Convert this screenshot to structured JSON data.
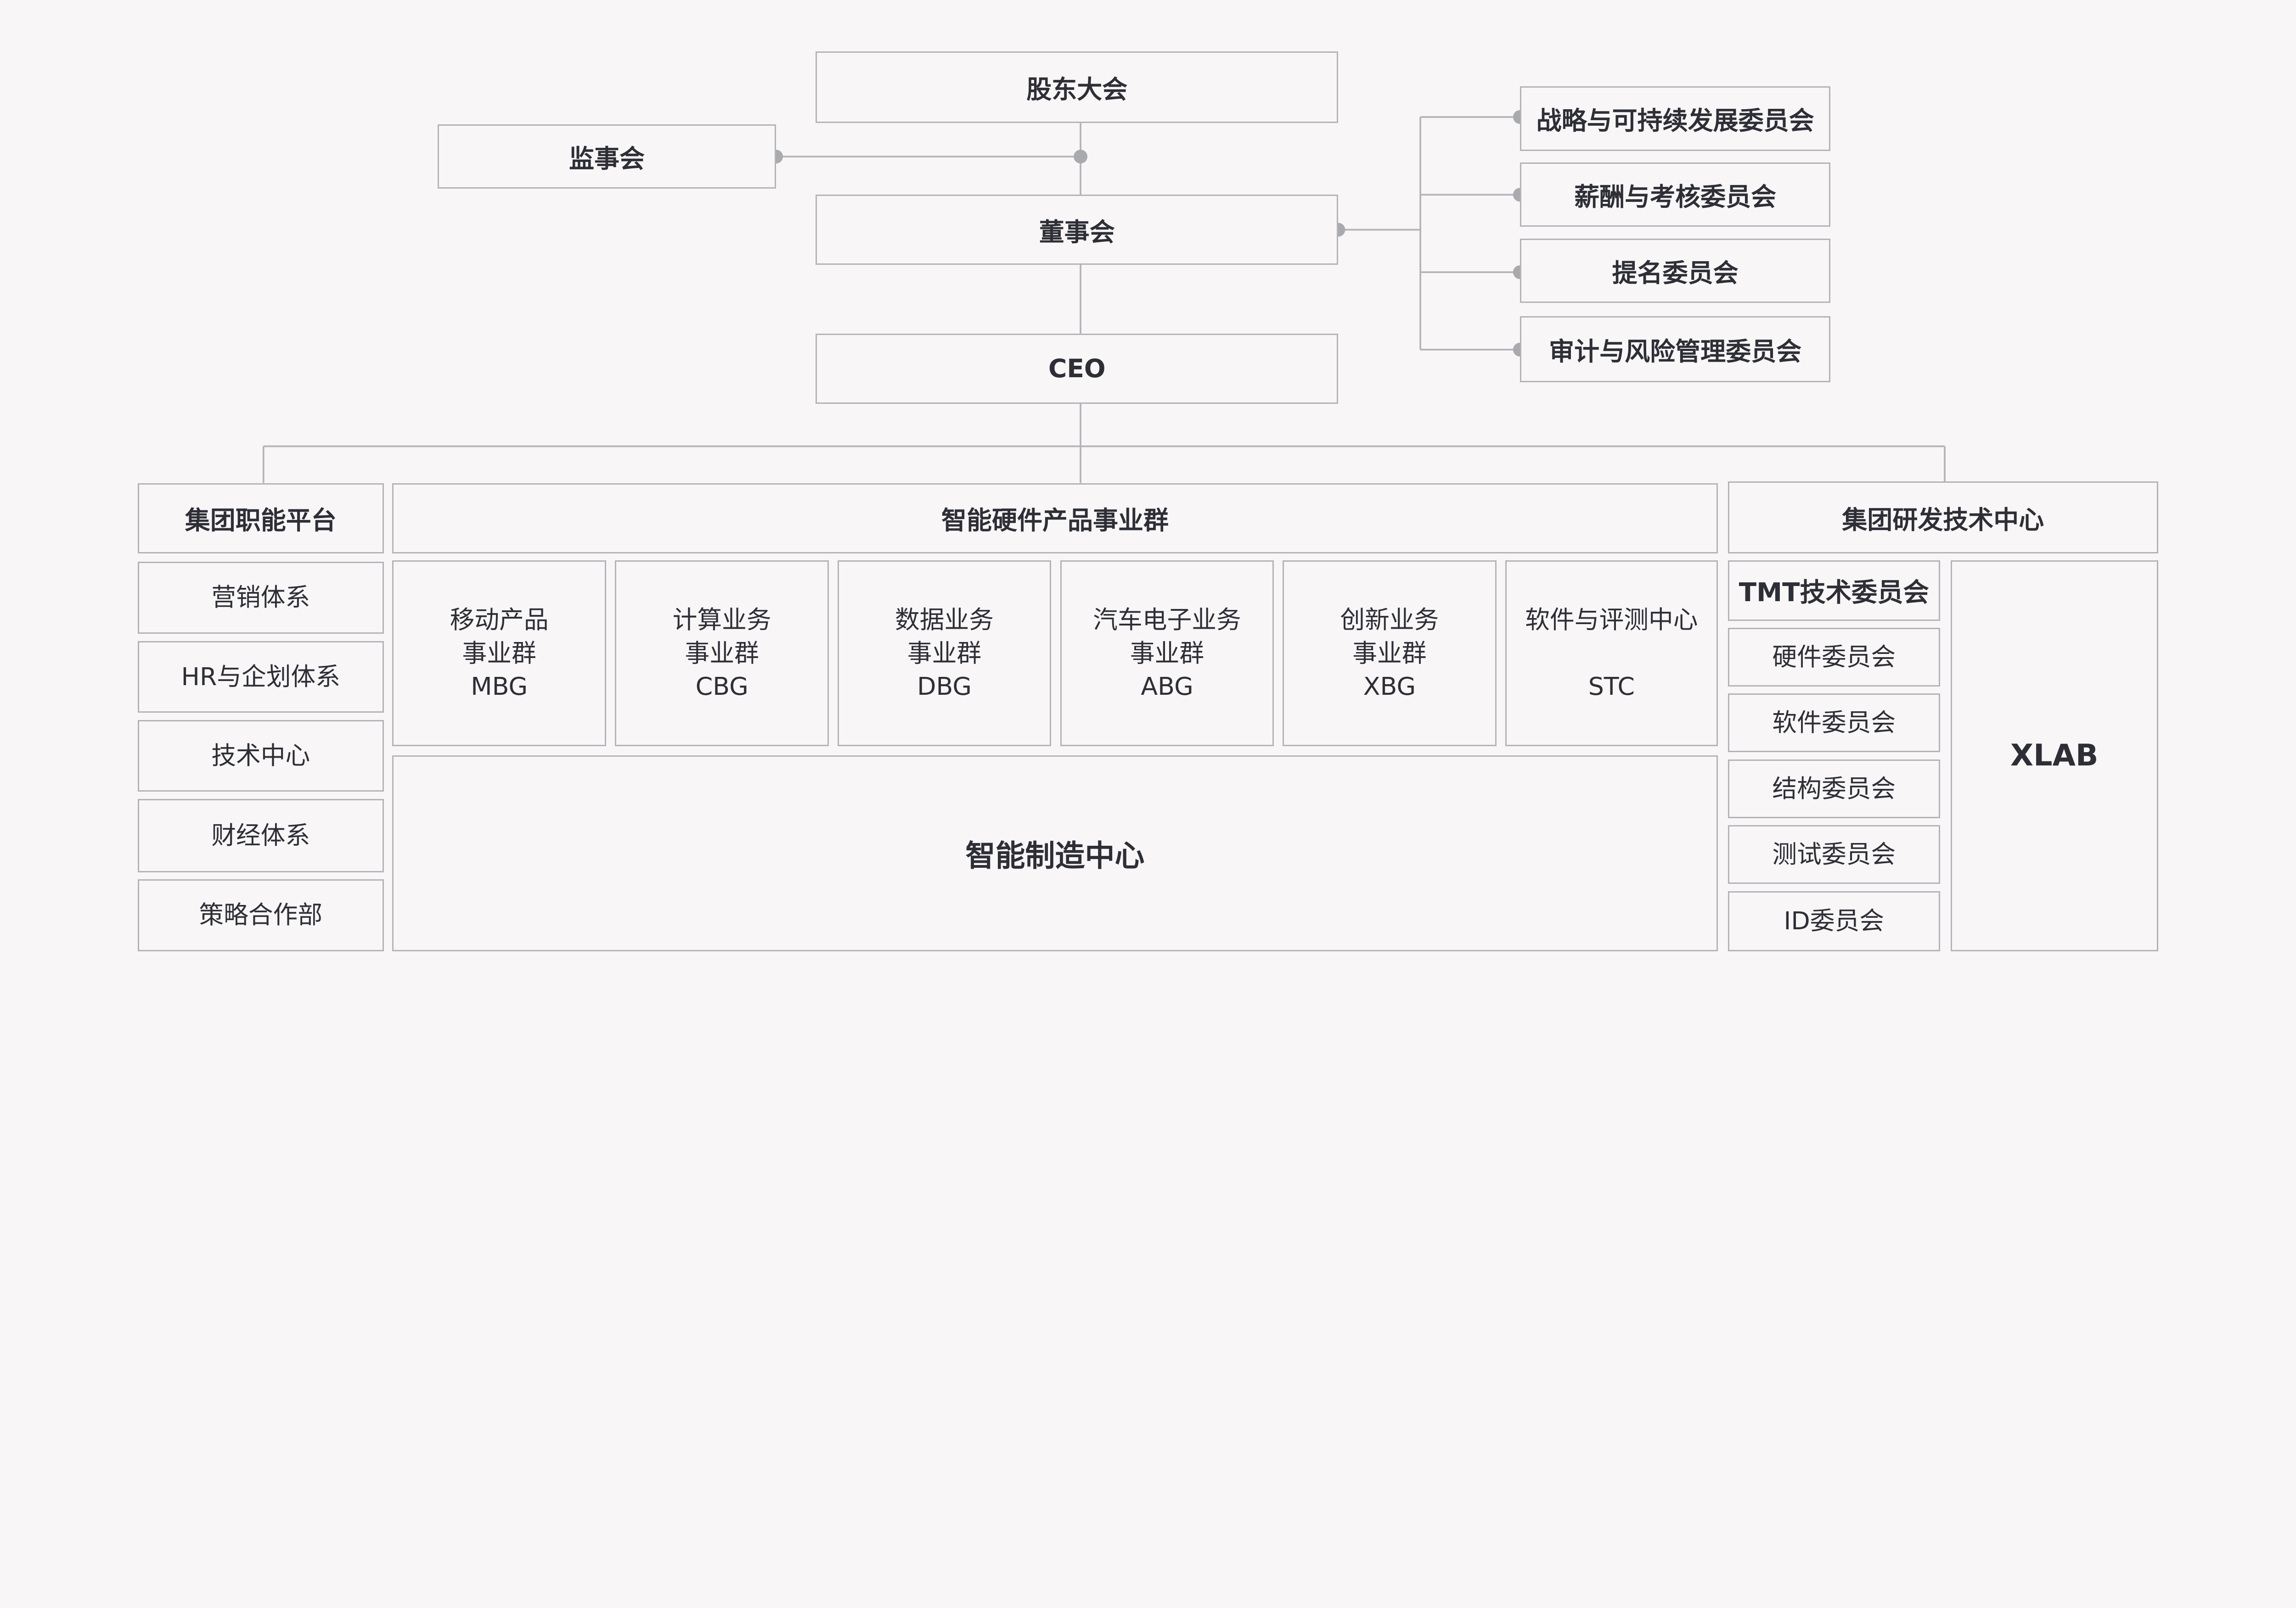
{
  "colors": {
    "background": "#f8f6f7",
    "border": "#b4b4b8",
    "connector": "#b4b4b8",
    "dot": "#a9aaad",
    "text": "#2e2f36"
  },
  "top": {
    "shareholders": "股东大会",
    "supervisors": "监事会",
    "board": "董事会",
    "ceo": "CEO"
  },
  "committees": [
    "战略与可持续发展委员会",
    "薪酬与考核委员会",
    "提名委员会",
    "审计与风险管理委员会"
  ],
  "group_functions": {
    "title": "集团职能平台",
    "items": [
      "营销体系",
      "HR与企划体系",
      "技术中心",
      "财经体系",
      "策略合作部"
    ]
  },
  "hardware_bg": {
    "title": "智能硬件产品事业群",
    "units": [
      "移动产品\n事业群\nMBG",
      "计算业务\n事业群\nCBG",
      "数据业务\n事业群\nDBG",
      "汽车电子业务\n事业群\nABG",
      "创新业务\n事业群\nXBG",
      "软件与评测中心\n\nSTC"
    ],
    "manufacturing": "智能制造中心"
  },
  "rd_center": {
    "title": "集团研发技术中心",
    "tmt_title": "TMT技术委员会",
    "tmt_items": [
      "硬件委员会",
      "软件委员会",
      "结构委员会",
      "测试委员会",
      "ID委员会"
    ],
    "xlab": "XLAB"
  }
}
